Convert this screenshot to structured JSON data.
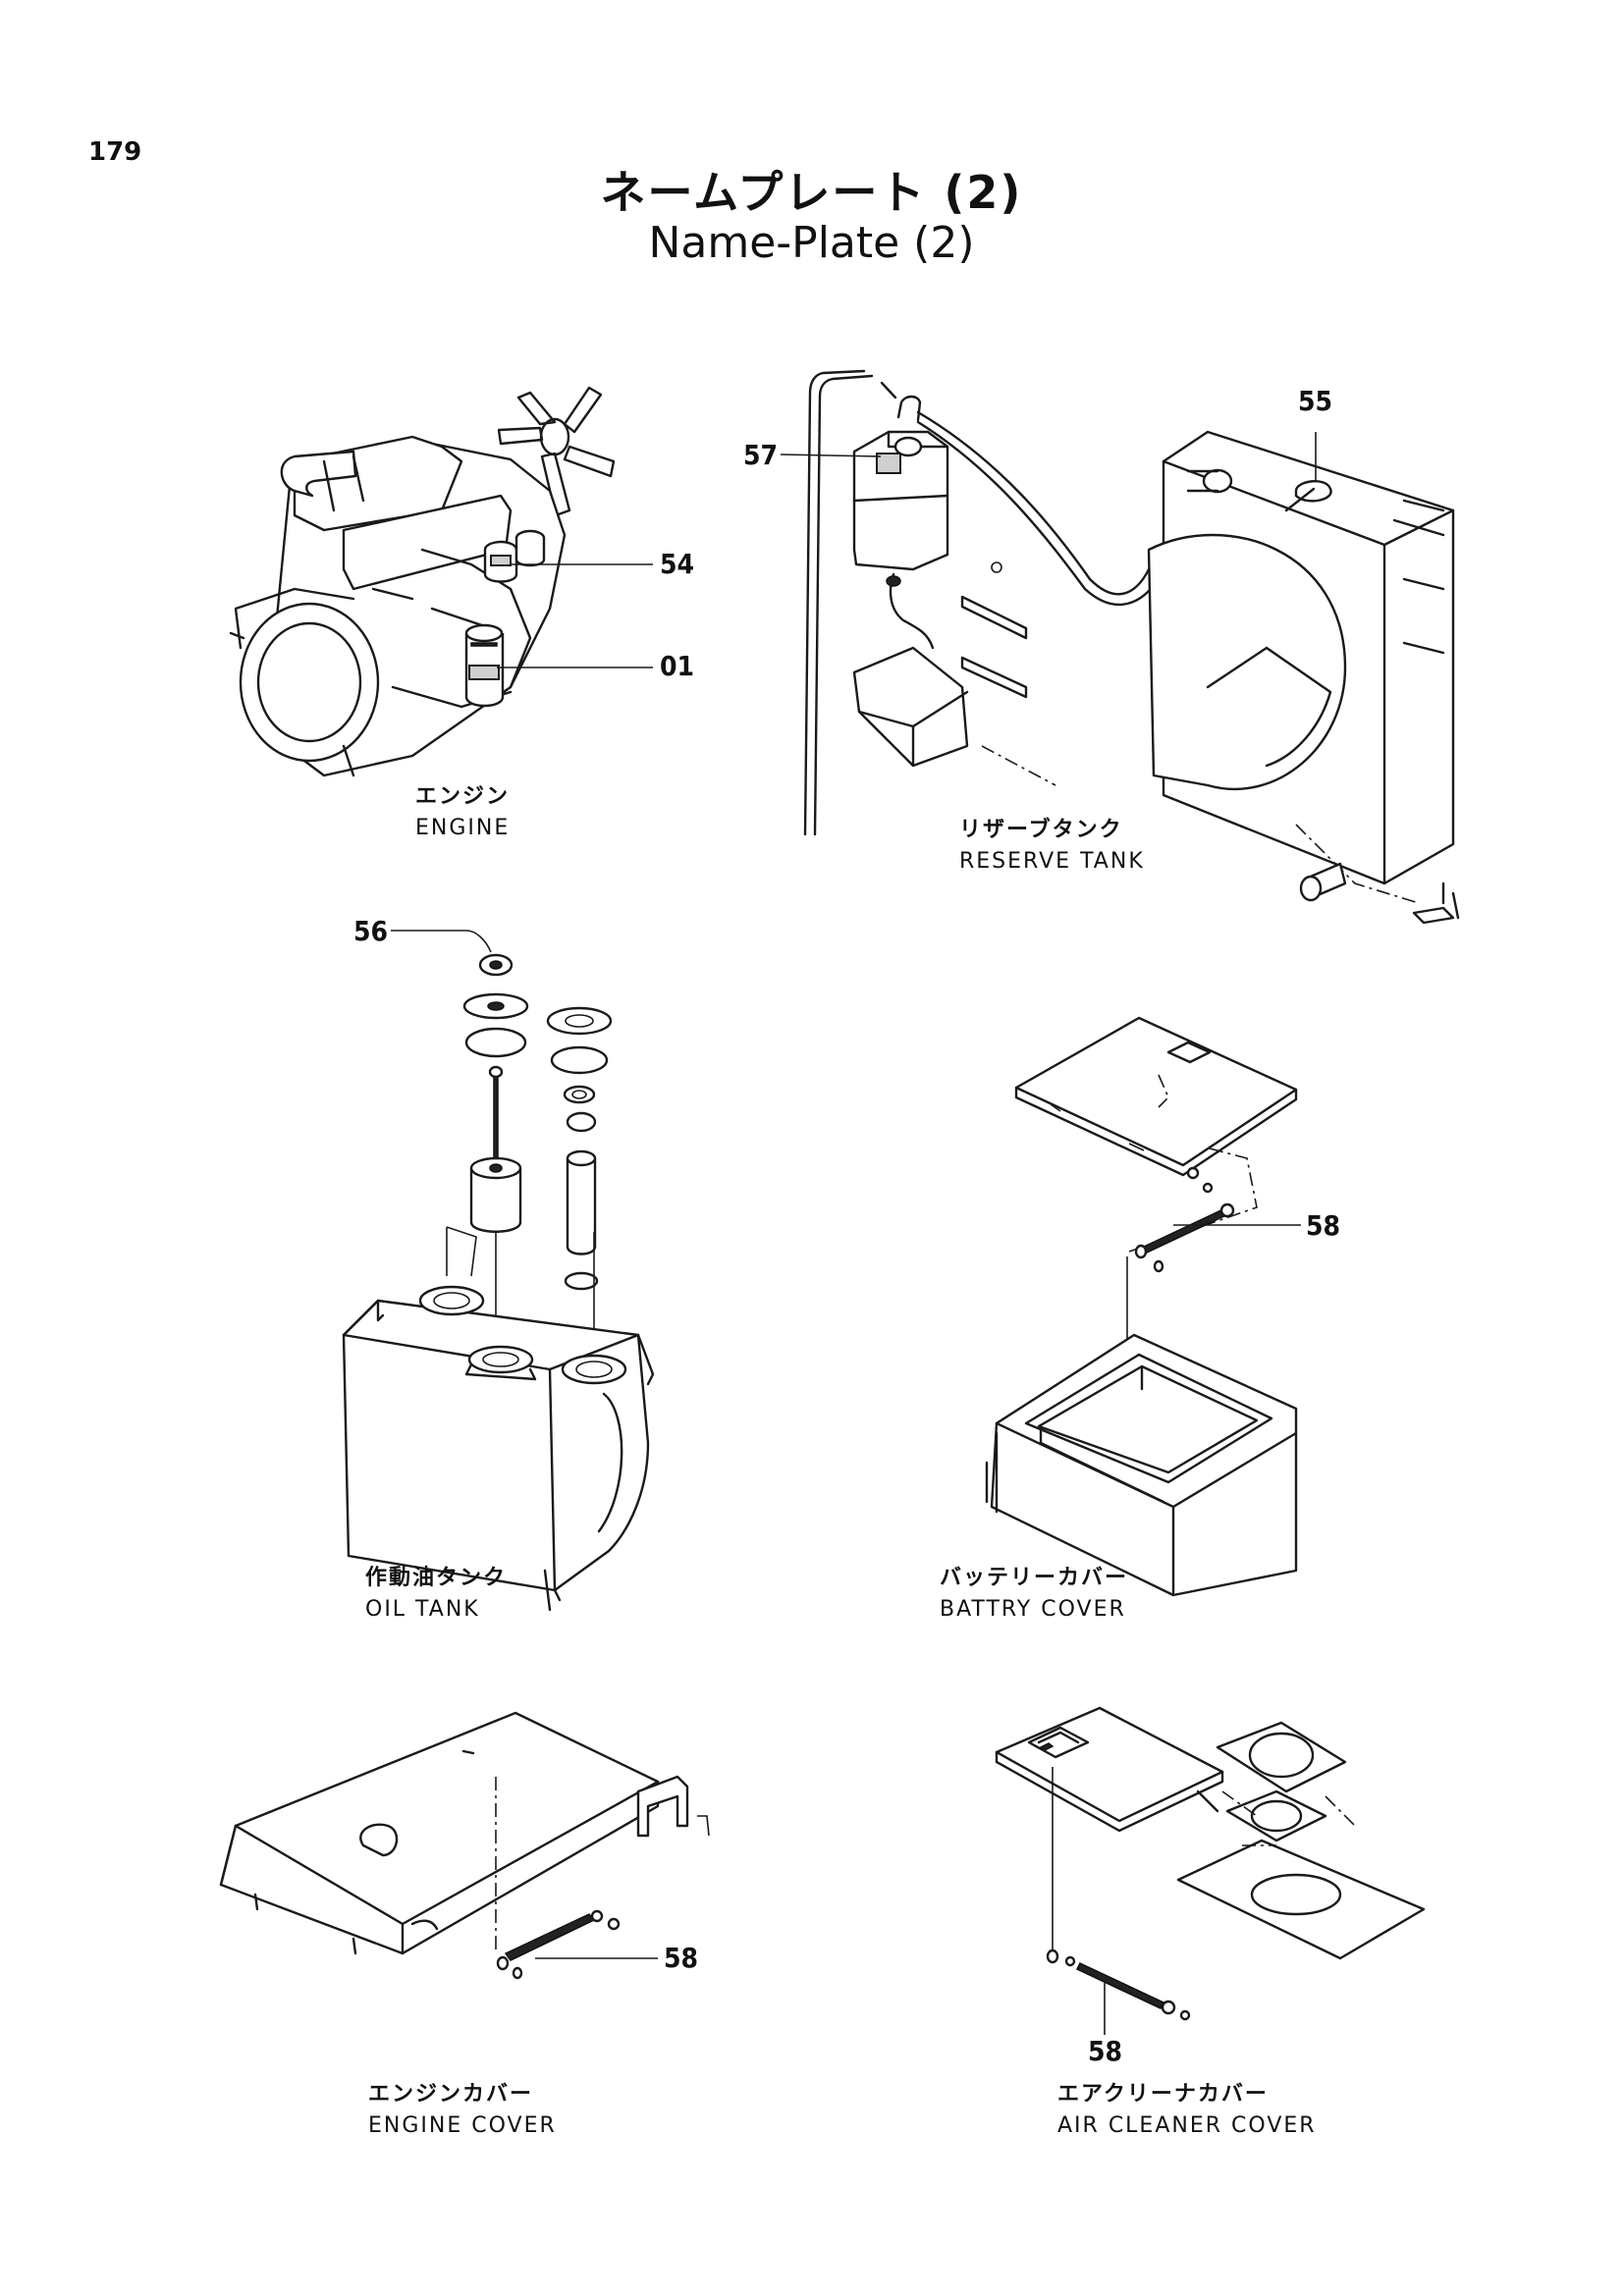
{
  "page": {
    "number": "179",
    "title_jp": "ネームプレート (2)",
    "title_en": "Name-Plate (2)"
  },
  "panels": {
    "engine": {
      "caption_jp": "エンジン",
      "caption_en": "ENGINE"
    },
    "reserve_tank": {
      "caption_jp": "リザーブタンク",
      "caption_en": "RESERVE TANK"
    },
    "oil_tank": {
      "caption_jp": "作動油タンク",
      "caption_en": "OIL TANK"
    },
    "battery_cover": {
      "caption_jp": "バッテリーカバー",
      "caption_en": "BATTRY COVER"
    },
    "engine_cover": {
      "caption_jp": "エンジンカバー",
      "caption_en": "ENGINE COVER"
    },
    "air_cleaner_cover": {
      "caption_jp": "エアクリーナカバー",
      "caption_en": "AIR CLEANER COVER"
    }
  },
  "callouts": {
    "c54": "54",
    "c01": "01",
    "c57": "57",
    "c55": "55",
    "c56": "56",
    "c58_battery": "58",
    "c58_engine_cover": "58",
    "c58_air_cleaner": "58"
  }
}
